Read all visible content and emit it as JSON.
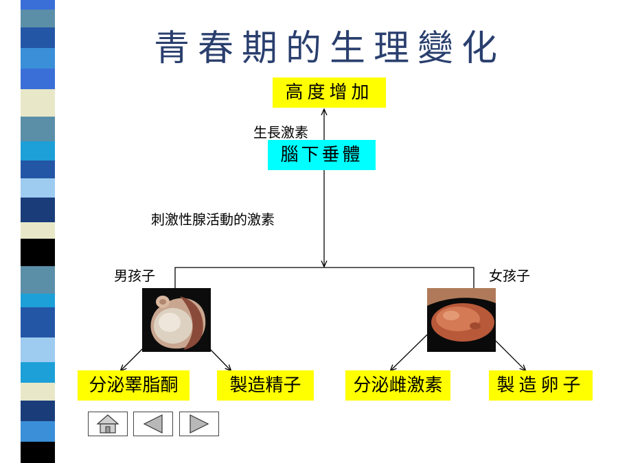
{
  "title": "青春期的生理變化",
  "nodes": {
    "height": "高度增加",
    "pituitary": "腦下垂體",
    "male_hormone": "分泌睪脂酮",
    "sperm": "製造精子",
    "female_hormone": "分泌雌激素",
    "egg": "製造卵子"
  },
  "labels": {
    "growth_hormone": "生長激素",
    "gonad_hormone": "刺激性腺活動的激素",
    "boy": "男孩子",
    "girl": "女孩子"
  },
  "images": {
    "testis": "testis-photo",
    "ovary": "ovary-photo"
  },
  "nav": {
    "home": "home-icon",
    "prev": "triangle-left-icon",
    "next": "triangle-right-icon"
  },
  "colors": {
    "title": "#2a3f6e",
    "highlight_yellow": "#ffff00",
    "highlight_cyan": "#00ffff"
  }
}
